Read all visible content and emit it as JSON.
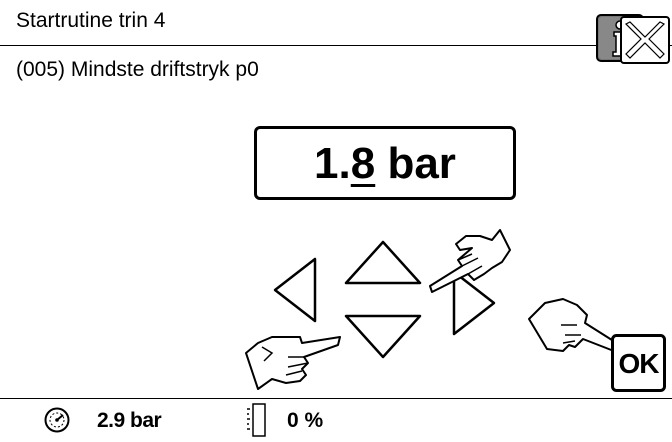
{
  "header": {
    "title": "Startrutine trin 4"
  },
  "parameter": {
    "label": "(005) Mindste driftstryk p0"
  },
  "value": {
    "prefix": "1.",
    "editing_digit": "8",
    "unit": " bar"
  },
  "buttons": {
    "ok_label": "OK"
  },
  "status": {
    "pressure": "2.9 bar",
    "level": "0 %"
  },
  "icons": {
    "info": "info-icon",
    "close": "close-icon",
    "left": "arrow-left-icon",
    "right": "arrow-right-icon",
    "up": "arrow-up-icon",
    "down": "arrow-down-icon",
    "pressure": "pressure-gauge-icon",
    "level": "tank-level-icon",
    "hand": "pointing-hand-icon"
  }
}
